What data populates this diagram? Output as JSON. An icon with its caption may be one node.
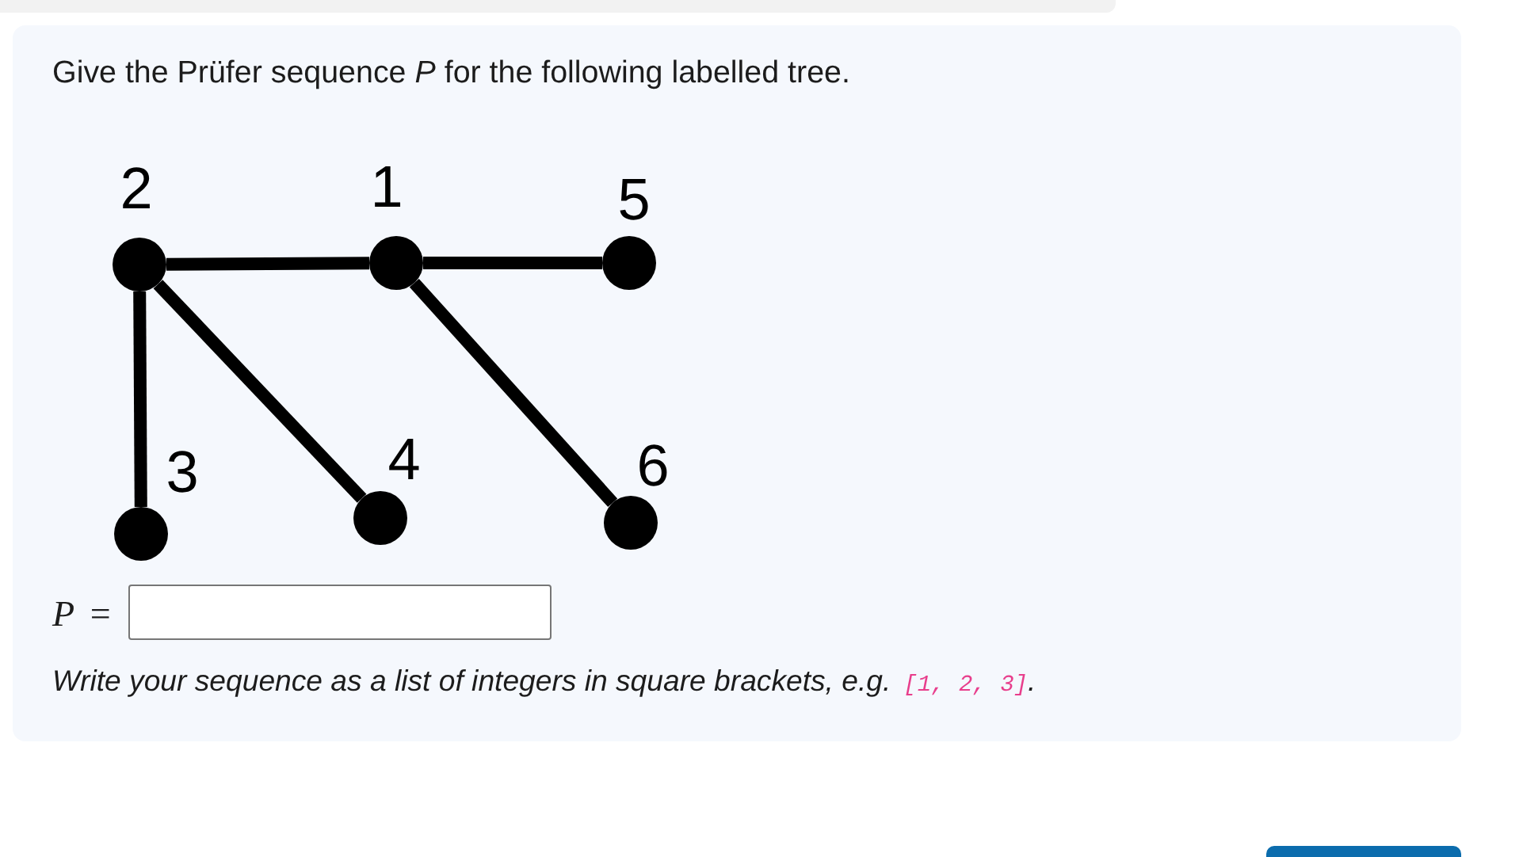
{
  "diagram": {
    "nodes": [
      {
        "text": [],
        "shape": "circle",
        "beside": [
          "2"
        ]
      },
      {
        "text": [],
        "shape": "circle",
        "beside": [
          "1"
        ]
      },
      {
        "text": [],
        "shape": "circle",
        "beside": [
          "5"
        ]
      },
      {
        "text": [],
        "shape": "circle",
        "beside": [
          "3"
        ]
      },
      {
        "text": [],
        "shape": "circle",
        "beside": [
          "4"
        ]
      },
      {
        "text": [],
        "shape": "circle",
        "beside": [
          "6"
        ]
      }
    ],
    "edges": [
      {
        "from": 0,
        "to": 1,
        "arrow": "none"
      },
      {
        "from": 1,
        "to": 2,
        "arrow": "none"
      },
      {
        "from": 0,
        "to": 3,
        "arrow": "none"
      },
      {
        "from": 0,
        "to": 4,
        "arrow": "none"
      },
      {
        "from": 1,
        "to": 5,
        "arrow": "none"
      }
    ],
    "labels": [
      "Give the Prüfer sequence *P* for the following labelled tree.",
      "*P* =",
      "Write your sequence as a list of integers in square brackets, e.g.",
      "[1, 2, 3]",
      "."
    ]
  }
}
